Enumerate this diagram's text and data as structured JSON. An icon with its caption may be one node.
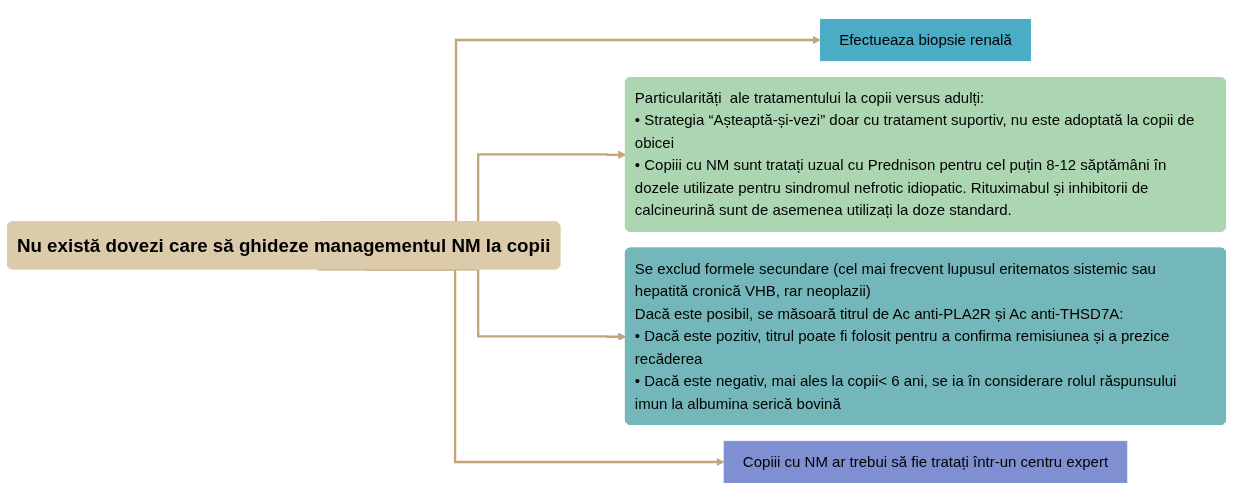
{
  "diagram": {
    "nodes": [
      {
        "text": [
          "Nu există dovezi care să ghideze managementul NM la copii"
        ]
      },
      {
        "text": [
          "Efectueaza biopsie renală"
        ]
      },
      {
        "text": [
          "Particularități  ale tratamentului la copii versus adulți:",
          "• Strategia “Așteaptă-și-vezi” doar cu tratament suportiv, nu este adoptată la copii de obicei",
          "• Copiii cu NM sunt tratați uzual cu Prednison pentru cel puțin 8-12 săptămâni în dozele utilizate pentru sindromul nefrotic idiopatic. Rituximabul și inhibitorii de calcineurină sunt de asemenea utilizați la doze standard."
        ]
      },
      {
        "text": [
          "Se exclud formele secundare (cel mai frecvent lupusul eritematos sistemic sau hepatită cronică VHB, rar neoplazii)",
          "Dacă este posibil, se măsoară titrul de Ac anti-PLA2R și Ac anti-THSD7A:",
          "• Dacă este pozitiv, titrul poate fi folosit pentru a confirma remisiunea și a prezice recăderea",
          "• Dacă este negativ, mai ales la copii< 6 ani, se ia în considerare rolul răspunsului imun la albumina serică bovină"
        ]
      },
      {
        "text": [
          "Copiii cu NM ar trebui să fie tratați într-un centru expert"
        ]
      }
    ],
    "edges": [
      {
        "from": 0,
        "to": 1,
        "arrow": "to"
      },
      {
        "from": 0,
        "to": 2,
        "arrow": "to"
      },
      {
        "from": 0,
        "to": 3,
        "arrow": "to"
      },
      {
        "from": 0,
        "to": 4,
        "arrow": "to"
      }
    ]
  }
}
